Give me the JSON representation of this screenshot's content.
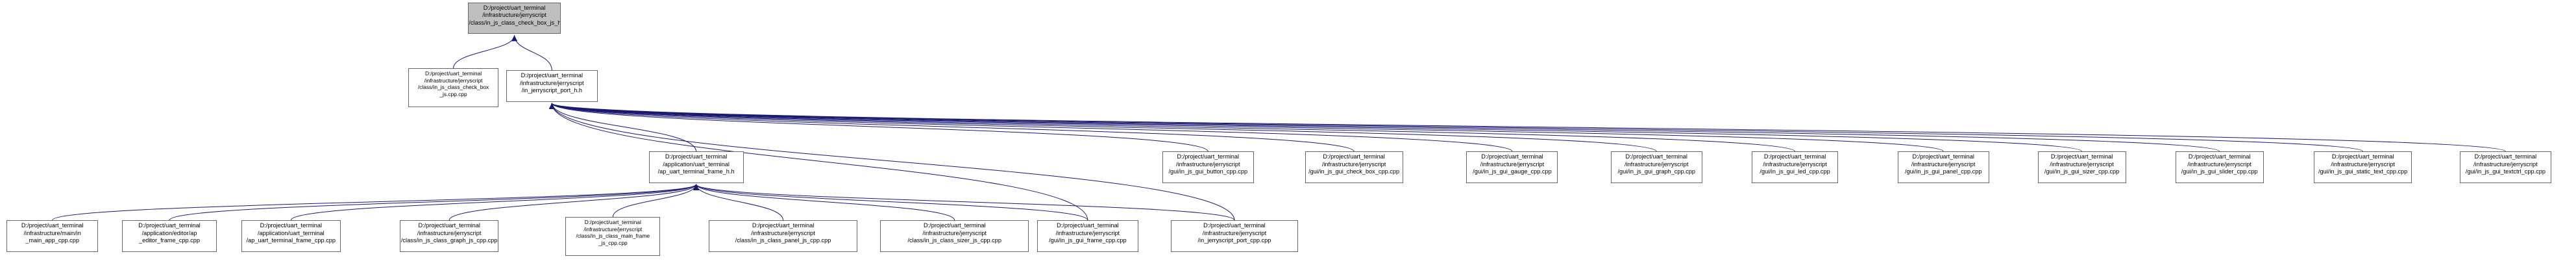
{
  "graph": {
    "type": "include-dependency-graph",
    "edge_color": "#191970",
    "nodes": [
      {
        "id": "root",
        "lines": [
          "D:/project/uart_terminal",
          "/infrastructure/jerryscript",
          "/class/in_js_class_check_box_js_h.h"
        ]
      },
      {
        "id": "cb_cpp",
        "lines": [
          "D:/project/uart_terminal",
          "/infrastructure/jerryscript",
          "/class/in_js_class_check_box",
          "_js.cpp.cpp"
        ]
      },
      {
        "id": "port_h",
        "lines": [
          "D:/project/uart_terminal",
          "/infrastructure/jerryscript",
          "/in_jerryscript_port_h.h"
        ]
      },
      {
        "id": "frame_h",
        "lines": [
          "D:/project/uart_terminal",
          "/application/uart_terminal",
          "/ap_uart_terminal_frame_h.h"
        ]
      },
      {
        "id": "gui_button",
        "lines": [
          "D:/project/uart_terminal",
          "/infrastructure/jerryscript",
          "/gui/in_js_gui_button_cpp.cpp"
        ]
      },
      {
        "id": "gui_check",
        "lines": [
          "D:/project/uart_terminal",
          "/infrastructure/jerryscript",
          "/gui/in_js_gui_check_box_cpp.cpp"
        ]
      },
      {
        "id": "gui_gauge",
        "lines": [
          "D:/project/uart_terminal",
          "/infrastructure/jerryscript",
          "/gui/in_js_gui_gauge_cpp.cpp"
        ]
      },
      {
        "id": "gui_graph",
        "lines": [
          "D:/project/uart_terminal",
          "/infrastructure/jerryscript",
          "/gui/in_js_gui_graph_cpp.cpp"
        ]
      },
      {
        "id": "gui_led",
        "lines": [
          "D:/project/uart_terminal",
          "/infrastructure/jerryscript",
          "/gui/in_js_gui_led_cpp.cpp"
        ]
      },
      {
        "id": "gui_panel",
        "lines": [
          "D:/project/uart_terminal",
          "/infrastructure/jerryscript",
          "/gui/in_js_gui_panel_cpp.cpp"
        ]
      },
      {
        "id": "gui_sizer",
        "lines": [
          "D:/project/uart_terminal",
          "/infrastructure/jerryscript",
          "/gui/in_js_gui_sizer_cpp.cpp"
        ]
      },
      {
        "id": "gui_slider",
        "lines": [
          "D:/project/uart_terminal",
          "/infrastructure/jerryscript",
          "/gui/in_js_gui_slider_cpp.cpp"
        ]
      },
      {
        "id": "gui_static",
        "lines": [
          "D:/project/uart_terminal",
          "/infrastructure/jerryscript",
          "/gui/in_js_gui_static_text_cpp.cpp"
        ]
      },
      {
        "id": "gui_textctrl",
        "lines": [
          "D:/project/uart_terminal",
          "/infrastructure/jerryscript",
          "/gui/in_js_gui_textctrl_cpp.cpp"
        ]
      },
      {
        "id": "main_app",
        "lines": [
          "D:/project/uart_terminal",
          "/infrastructure/main/in",
          "_main_app_cpp.cpp"
        ]
      },
      {
        "id": "editor_frame",
        "lines": [
          "D:/project/uart_terminal",
          "/application/editor/ap",
          "_editor_frame_cpp.cpp"
        ]
      },
      {
        "id": "term_frame",
        "lines": [
          "D:/project/uart_terminal",
          "/application/uart_terminal",
          "/ap_uart_terminal_frame_cpp.cpp"
        ]
      },
      {
        "id": "class_graph",
        "lines": [
          "D:/project/uart_terminal",
          "/infrastructure/jerryscript",
          "/class/in_js_class_graph_js_cpp.cpp"
        ]
      },
      {
        "id": "class_main_frame",
        "lines": [
          "D:/project/uart_terminal",
          "/infrastructure/jerryscript",
          "/class/in_js_class_main_frame",
          "_js_cpp.cpp"
        ]
      },
      {
        "id": "class_panel",
        "lines": [
          "D:/project/uart_terminal",
          "/infrastructure/jerryscript",
          "/class/in_js_class_panel_js_cpp.cpp"
        ]
      },
      {
        "id": "class_sizer",
        "lines": [
          "D:/project/uart_terminal",
          "/infrastructure/jerryscript",
          "/class/in_js_class_sizer_js_cpp.cpp"
        ]
      },
      {
        "id": "gui_frame",
        "lines": [
          "D:/project/uart_terminal",
          "/infrastructure/jerryscript",
          "/gui/in_js_gui_frame_cpp.cpp"
        ]
      },
      {
        "id": "port_cpp",
        "lines": [
          "D:/project/uart_terminal",
          "/infrastructure/jerryscript",
          "/in_jerryscript_port_cpp.cpp"
        ]
      }
    ],
    "edges": [
      {
        "from": "cb_cpp",
        "to": "root"
      },
      {
        "from": "port_h",
        "to": "root"
      },
      {
        "from": "frame_h",
        "to": "port_h"
      },
      {
        "from": "gui_button",
        "to": "port_h"
      },
      {
        "from": "gui_check",
        "to": "port_h"
      },
      {
        "from": "gui_gauge",
        "to": "port_h"
      },
      {
        "from": "gui_graph",
        "to": "port_h"
      },
      {
        "from": "gui_led",
        "to": "port_h"
      },
      {
        "from": "gui_panel",
        "to": "port_h"
      },
      {
        "from": "gui_sizer",
        "to": "port_h"
      },
      {
        "from": "gui_slider",
        "to": "port_h"
      },
      {
        "from": "gui_static",
        "to": "port_h"
      },
      {
        "from": "gui_textctrl",
        "to": "port_h"
      },
      {
        "from": "gui_frame",
        "to": "port_h"
      },
      {
        "from": "port_cpp",
        "to": "port_h"
      },
      {
        "from": "main_app",
        "to": "frame_h"
      },
      {
        "from": "editor_frame",
        "to": "frame_h"
      },
      {
        "from": "term_frame",
        "to": "frame_h"
      },
      {
        "from": "class_graph",
        "to": "frame_h"
      },
      {
        "from": "class_main_frame",
        "to": "frame_h"
      },
      {
        "from": "class_panel",
        "to": "frame_h"
      },
      {
        "from": "class_sizer",
        "to": "frame_h"
      },
      {
        "from": "gui_frame",
        "to": "frame_h"
      },
      {
        "from": "port_cpp",
        "to": "frame_h"
      }
    ]
  }
}
